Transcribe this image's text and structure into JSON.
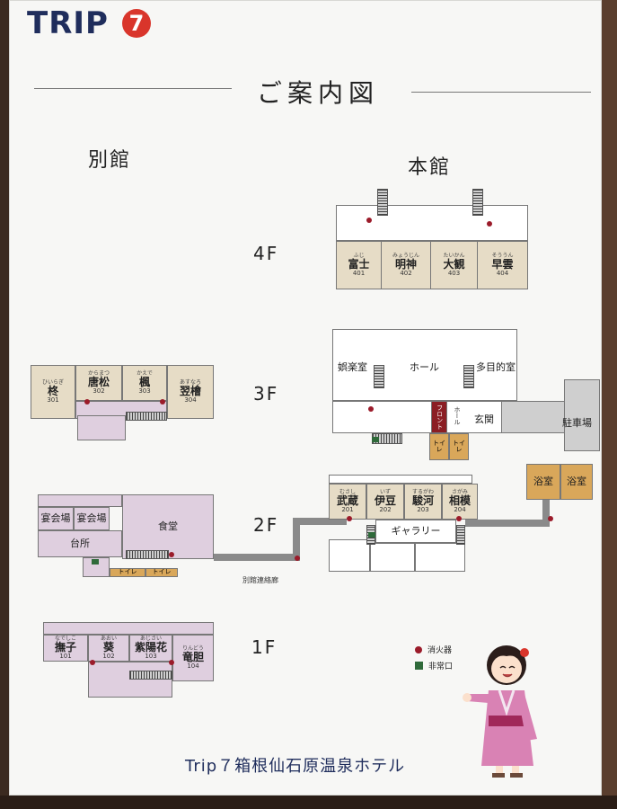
{
  "brand": {
    "logo_text": "TRIP",
    "logo_mark": "7"
  },
  "title": "ご案内図",
  "buildings": {
    "annex": "別館",
    "main": "本館"
  },
  "floors": [
    "4F",
    "3F",
    "2F",
    "1F"
  ],
  "main_4f": [
    {
      "ruby": "ふじ",
      "name": "富士",
      "num": "401"
    },
    {
      "ruby": "みょうじん",
      "name": "明神",
      "num": "402"
    },
    {
      "ruby": "たいかん",
      "name": "大観",
      "num": "403"
    },
    {
      "ruby": "そううん",
      "name": "早雲",
      "num": "404"
    }
  ],
  "main_3f": {
    "entertainment": "娯楽室",
    "hall": "ホール",
    "multipurpose": "多目的室",
    "front": "フロント",
    "hall_small": "ホール",
    "entrance": "玄関",
    "parking": "駐車場",
    "toilet": "トイレ"
  },
  "annex_3f": [
    {
      "ruby": "ひいらぎ",
      "name": "柊",
      "num": "301"
    },
    {
      "ruby": "からまつ",
      "name": "唐松",
      "num": "302"
    },
    {
      "ruby": "かえで",
      "name": "楓",
      "num": "303"
    },
    {
      "ruby": "あすなろ",
      "name": "翌檜",
      "num": "304"
    }
  ],
  "main_2f": [
    {
      "ruby": "むさし",
      "name": "武蔵",
      "num": "201"
    },
    {
      "ruby": "いず",
      "name": "伊豆",
      "num": "202"
    },
    {
      "ruby": "するがわ",
      "name": "駿河",
      "num": "203"
    },
    {
      "ruby": "さがみ",
      "name": "相模",
      "num": "204"
    }
  ],
  "main_2f_extra": {
    "gallery": "ギャラリー",
    "bath1": "浴室",
    "bath2": "浴室"
  },
  "annex_2f": {
    "banquet1": "宴会場",
    "banquet2": "宴会場",
    "kitchen": "台所",
    "dining": "食堂",
    "toilet": "トイレ"
  },
  "connector": "別館連絡廊",
  "annex_1f": [
    {
      "ruby": "なでしこ",
      "name": "撫子",
      "num": "101"
    },
    {
      "ruby": "あおい",
      "name": "葵",
      "num": "102"
    },
    {
      "ruby": "あじさい",
      "name": "紫陽花",
      "num": "103"
    },
    {
      "ruby": "りんどう",
      "name": "竜胆",
      "num": "104"
    }
  ],
  "legend": {
    "extinguisher": "消火器",
    "exit": "非常口"
  },
  "footer": "Trip７箱根仙石原温泉ホテル",
  "colors": {
    "room_tan": "#e6dcc6",
    "room_lilac": "#dfcfdf",
    "bath_orange": "#d9a75a",
    "brand_navy": "#1f2d5c",
    "brand_red": "#d9352b"
  }
}
